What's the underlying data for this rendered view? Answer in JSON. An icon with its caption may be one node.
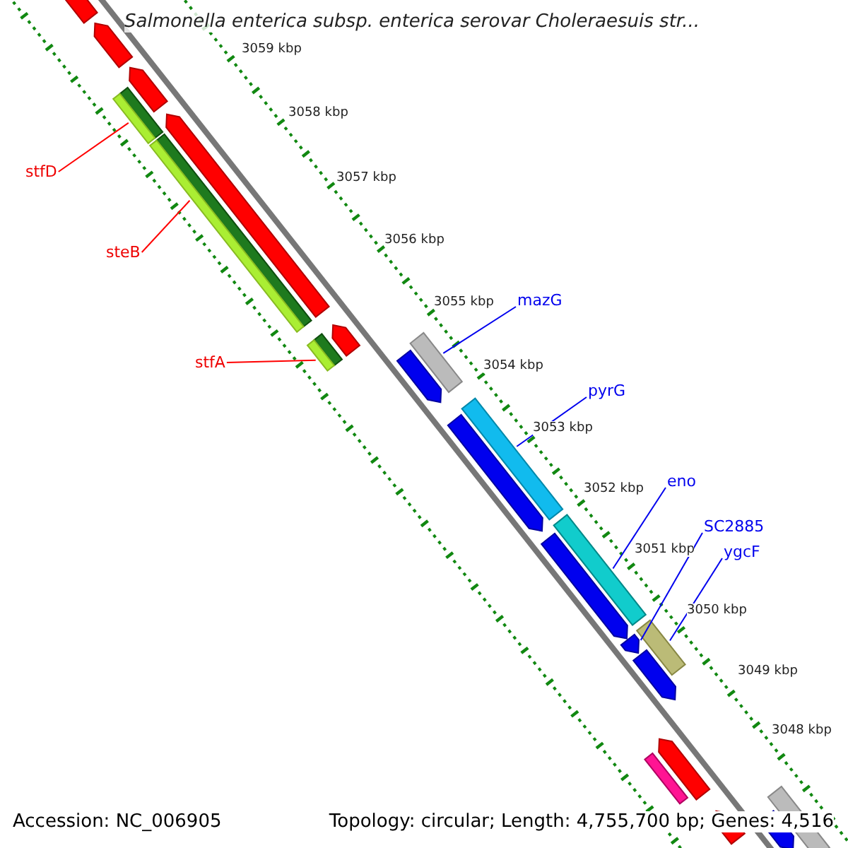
{
  "diagram": {
    "title": "Salmonella enterica subsp. enterica serovar Choleraesuis str...",
    "nodes": [
      {
        "text": [
          "stfD"
        ]
      },
      {
        "text": [
          "steB"
        ]
      },
      {
        "text": [
          "stfA"
        ]
      },
      {
        "text": [
          "mazG"
        ]
      },
      {
        "text": [
          "pyrG"
        ]
      },
      {
        "text": [
          "eno"
        ]
      },
      {
        "text": [
          "SC2885"
        ]
      },
      {
        "text": [
          "ygcF"
        ]
      },
      {
        "text": [],
        "shape": "bar"
      },
      {
        "text": [],
        "shape": "bar"
      },
      {
        "text": [],
        "shape": "bar"
      },
      {
        "text": [],
        "shape": "bar"
      },
      {
        "text": [],
        "shape": "bar"
      },
      {
        "text": [],
        "shape": "bar"
      },
      {
        "text": [],
        "shape": "bar"
      },
      {
        "text": [],
        "shape": "bar"
      }
    ],
    "edges": [
      {
        "from": 0,
        "to": 8,
        "arrow": "none",
        "color": "#ff0000"
      },
      {
        "from": 1,
        "to": 9,
        "arrow": "none",
        "color": "#ff0000"
      },
      {
        "from": 2,
        "to": 10,
        "arrow": "none",
        "color": "#ff0000"
      },
      {
        "from": 3,
        "to": 11,
        "arrow": "none"
      },
      {
        "from": 4,
        "to": 12,
        "arrow": "none"
      },
      {
        "from": 5,
        "to": 13,
        "arrow": "none"
      },
      {
        "from": 6,
        "to": 15,
        "arrow": "none"
      },
      {
        "from": 7,
        "to": 14,
        "arrow": "none"
      }
    ],
    "labels": [
      "3059 kbp",
      "3058 kbp",
      "3057 kbp",
      "3056 kbp",
      "3055 kbp",
      "3054 kbp",
      "3053 kbp",
      "3052 kbp",
      "3051 kbp",
      "3050 kbp",
      "3049 kbp",
      "3048 kbp",
      "Accession: NC_006905",
      "Topology: circular; Length: 4,755,700 bp; Genes: 4,516"
    ]
  }
}
